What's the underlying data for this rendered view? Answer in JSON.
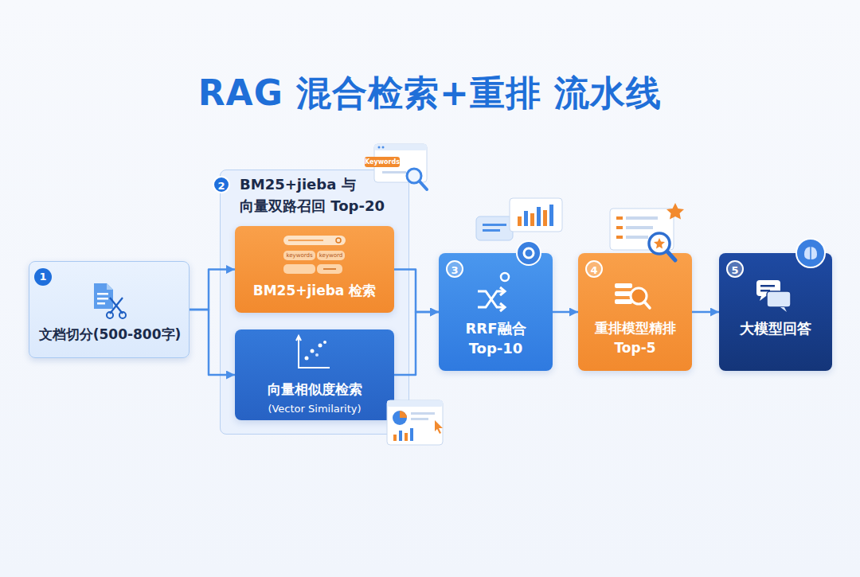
{
  "diagram": {
    "title": "RAG 混合检索+重排 流水线",
    "nodes": [
      {
        "text": [
          "1",
          "文档切分(500-800字)"
        ]
      },
      {
        "text": [
          "2",
          "BM25+jieba 与 向量双路召回 Top-20"
        ]
      },
      {
        "text": [
          "BM25+jieba 检索"
        ],
        "in": 1
      },
      {
        "text": [
          "向量相似度检索",
          "(Vector Similarity)"
        ],
        "in": 1
      },
      {
        "text": [
          "3",
          "RRF融合 Top-10"
        ]
      },
      {
        "text": [
          "4",
          "重排模型精排 Top-5"
        ]
      },
      {
        "text": [
          "5",
          "大模型回答"
        ]
      }
    ],
    "edges": [
      {
        "from": 0,
        "to": 2,
        "arrow": "to"
      },
      {
        "from": 0,
        "to": 3,
        "arrow": "to"
      },
      {
        "from": 2,
        "to": 4,
        "arrow": "to"
      },
      {
        "from": 3,
        "to": 4,
        "arrow": "to"
      },
      {
        "from": 4,
        "to": 5,
        "arrow": "to"
      },
      {
        "from": 5,
        "to": 6,
        "arrow": "to"
      }
    ],
    "labels": [
      "Keywords",
      "keywords",
      "keyword"
    ]
  }
}
